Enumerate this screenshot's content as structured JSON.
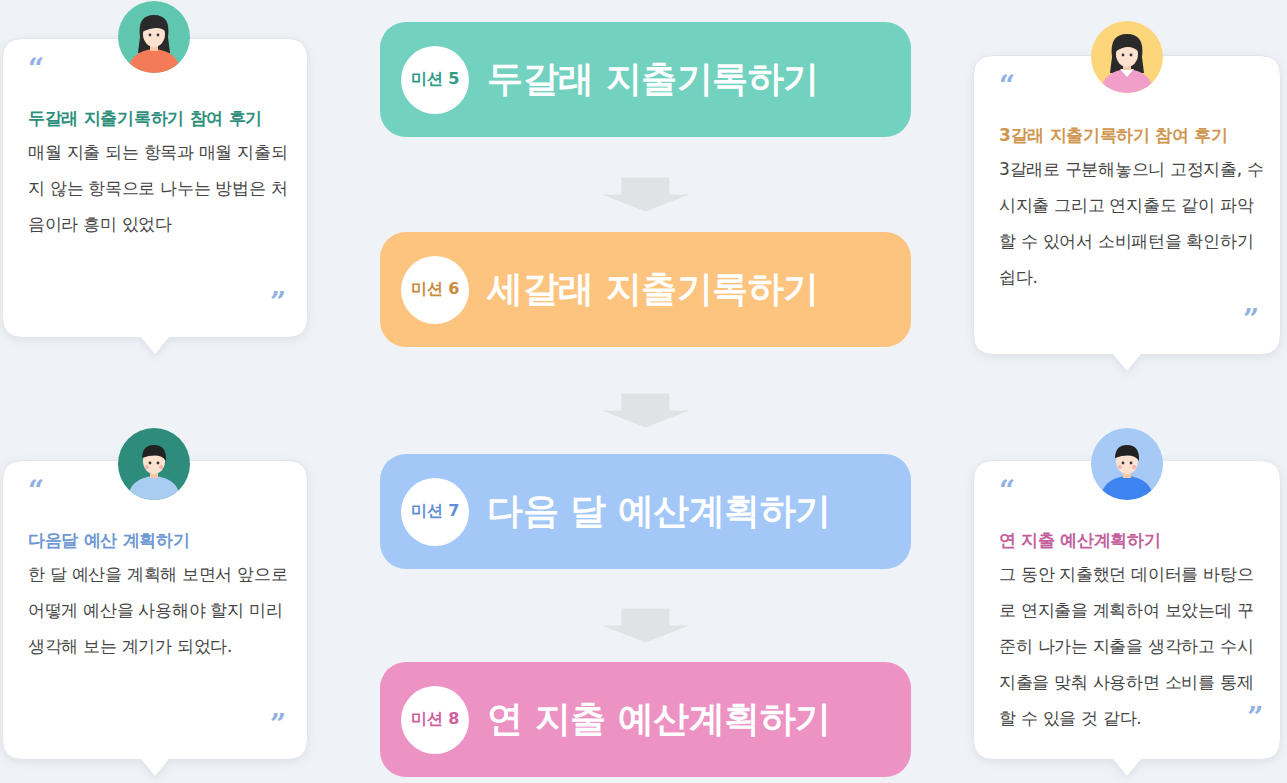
{
  "diagram": {
    "nodes": [
      {
        "text": [
          "“",
          "두갈래 지출기록하기 참여 후기",
          "매월 지출 되는 항목과 매월 지출되지 않는 항목으로 나누는 방법은 처음이라 흥미 있었다",
          "”"
        ]
      },
      {
        "text": [
          "두갈래 지출기록하기"
        ]
      },
      {
        "text": [
          "미션 5"
        ],
        "in": 1
      },
      {
        "text": [
          "“",
          "3갈래 지출기록하기 참여 후기",
          "3갈래로 구분해놓으니 고정지출, 수시지출 그리고 연지출도 같이 파악할 수 있어서 소비패턴을 확인하기 쉽다.",
          "”"
        ]
      },
      {
        "text": [
          "세갈래 지출기록하기"
        ]
      },
      {
        "text": [
          "미션 6"
        ],
        "in": 4
      },
      {
        "text": [
          "“",
          "다음달 예산 계획하기",
          "한 달 예산을 계획해 보면서 앞으로 어떻게 예산을 사용해야 할지 미리 생각해 보는 계기가 되었다.",
          "”"
        ]
      },
      {
        "text": [
          "다음 달 예산계획하기"
        ]
      },
      {
        "text": [
          "미션 7"
        ],
        "in": 7
      },
      {
        "text": [
          "“",
          "연 지출 예산계획하기",
          "그 동안 지출했던 데이터를 바탕으로 연지출을 계획하여 보았는데 꾸준히 나가는 지출을 생각하고 수시지출을 맞춰 사용하면 소비를 통제할 수 있을 것 같다.",
          "”"
        ]
      },
      {
        "text": [
          "연 지출 예산계획하기"
        ]
      },
      {
        "text": [
          "미션 8"
        ],
        "in": 10
      }
    ],
    "edges": [
      {
        "from": 1,
        "to": 4,
        "arrow": "to"
      },
      {
        "from": 4,
        "to": 7,
        "arrow": "to"
      },
      {
        "from": 7,
        "to": 10,
        "arrow": "to"
      }
    ]
  }
}
